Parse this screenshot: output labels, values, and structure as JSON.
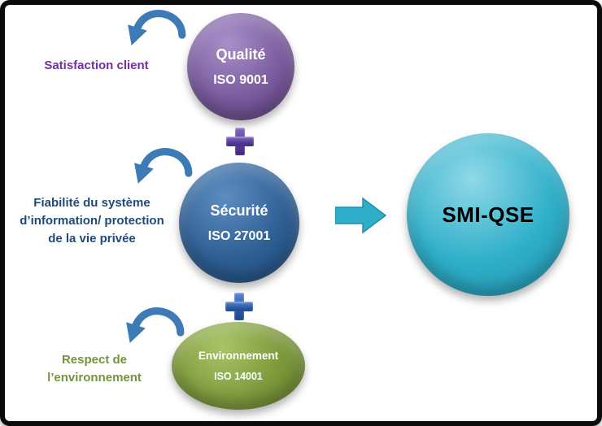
{
  "nodes": [
    {
      "title": "Qualité",
      "iso": "ISO 9001",
      "annotation": "Satisfaction client"
    },
    {
      "title": "Sécurité",
      "iso": "ISO 27001",
      "annotation": "Fiabilité du système d’information/ protection de la vie privée"
    },
    {
      "title": "Environnement",
      "iso": "ISO 14001",
      "annotation": "Respect de l’environnement"
    }
  ],
  "result": {
    "title": "SMI-QSE"
  },
  "operators": {
    "plus": "+"
  },
  "icons": {
    "plus": "plus-icon",
    "curved_arrow": "curved-arrow-icon",
    "right_arrow": "right-arrow-icon"
  },
  "colors": {
    "quality_circle": "#7A5B9E",
    "security_circle": "#2E5F94",
    "environment_circle": "#7E9A3C",
    "result_circle": "#2FAFC9",
    "plus_1": "#5A3E9C",
    "plus_2": "#2D5FA8",
    "curved_arrow": "#3D7BB7",
    "right_arrow": "#2EAEC9",
    "annotation_quality": "#7030A0",
    "annotation_security": "#1F497D",
    "annotation_environment": "#76923C",
    "frame_border": "#0B0B0B"
  }
}
